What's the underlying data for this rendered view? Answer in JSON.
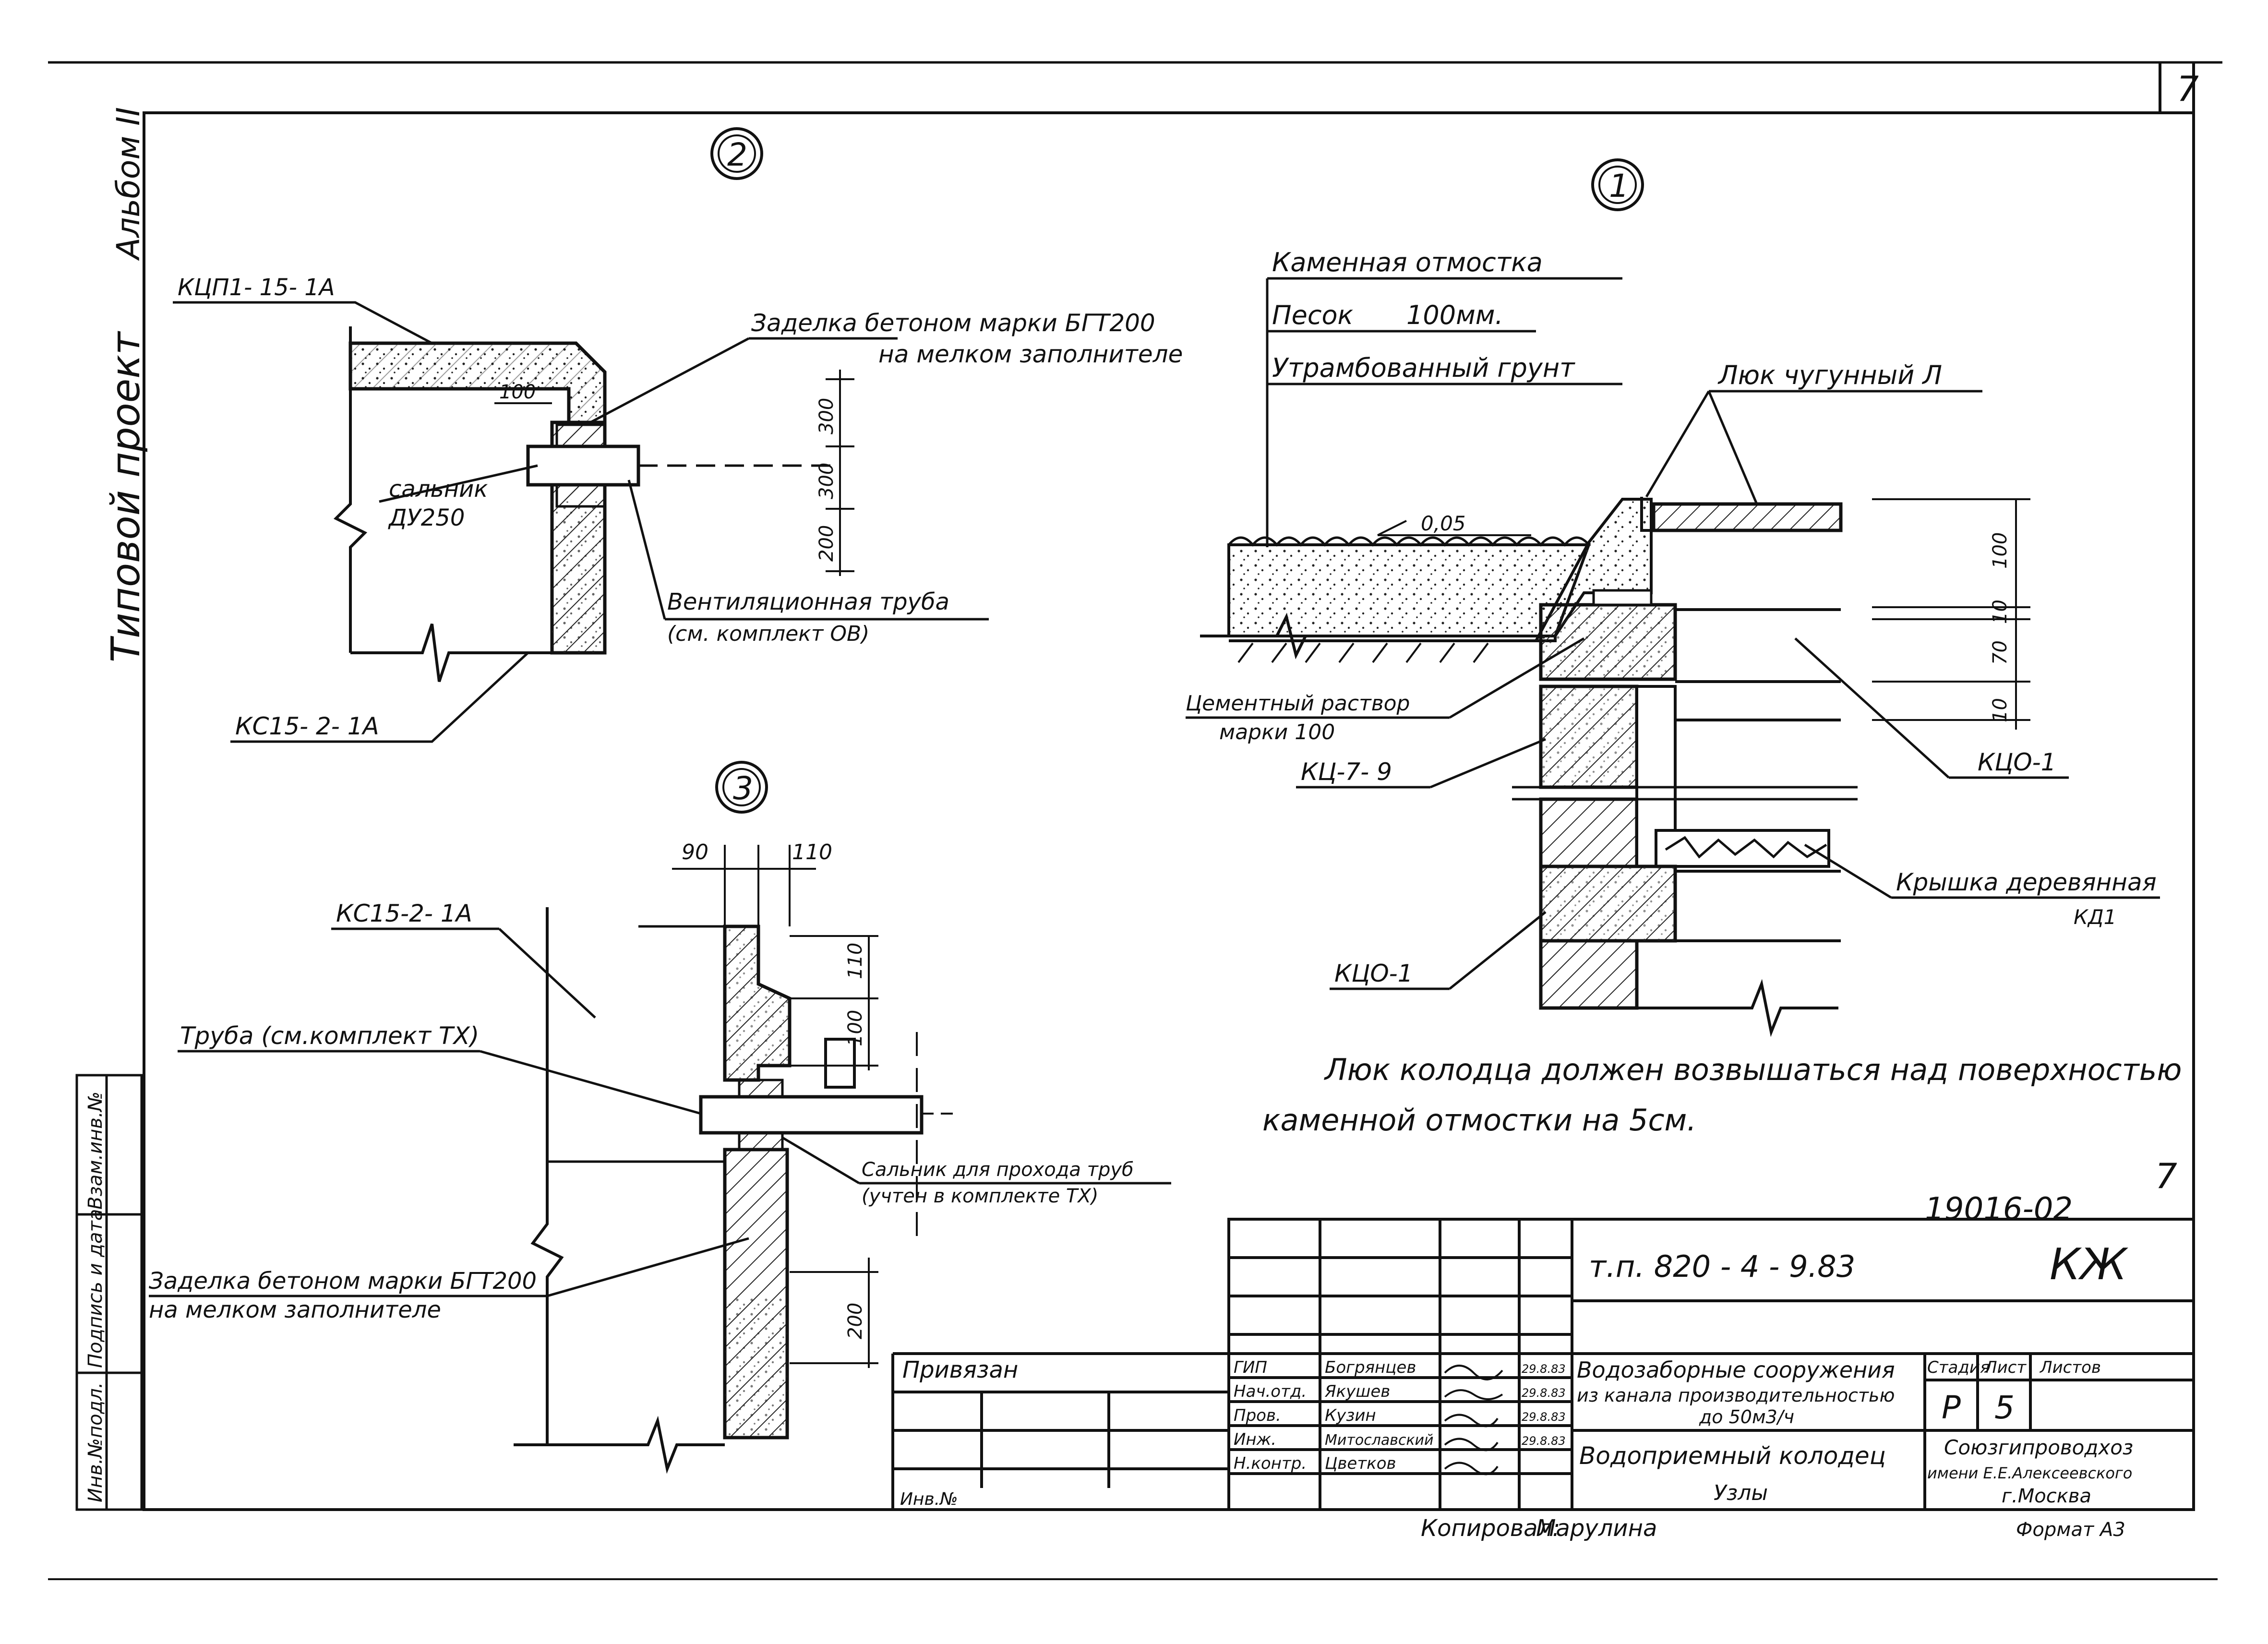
{
  "sheet": {
    "page_number": "7",
    "sheet_mark": "7"
  },
  "side_labels": {
    "album": "Альбом II",
    "project": "Типовой проект"
  },
  "side_stamp": {
    "inv_no_orig": "Инв.№подл.",
    "signature_date": "Подпись и дата",
    "replace_inv": "Взам.инв.№"
  },
  "node2": {
    "number": "2",
    "slab": "КЦП1- 15- 1А",
    "sealing": "Заделка бетоном марки БГТ200",
    "sealing2": "на мелком заполнителе",
    "gland": "сальник",
    "gland_size": "ДУ250",
    "vent_pipe": "Вентиляционная труба",
    "vent_pipe_ref": "(см. комплект ОВ)",
    "ring": "КС15- 2- 1А",
    "dim_100": "100",
    "dim_300": "300",
    "dim_300b": "300",
    "dim_200": "200"
  },
  "node1": {
    "number": "1",
    "layer1": "Каменная отмостка",
    "layer2": "Песок",
    "layer2_thk": "100мм.",
    "layer3": "Утрамбованный грунт",
    "hatch": "Люк чугунный Л",
    "slope": "0,05",
    "mortar": "Цементный раствор",
    "mortar2": "марки 100",
    "ring": "КЦ-7- 9",
    "plate1": "КЦО-1",
    "lid": "Крышка деревянная",
    "lid_mark": "КД1",
    "plate2": "КЦО-1",
    "dim_100": "100",
    "dim_10a": "10",
    "dim_70": "70",
    "dim_10b": "10"
  },
  "node3": {
    "number": "3",
    "ring": "КС15-2- 1А",
    "pipe": "Труба (см.комплект ТХ)",
    "gland": "Сальник для прохода труб",
    "gland2": "(учтен в комплекте ТХ)",
    "sealing": "Заделка бетоном марки БГТ200",
    "sealing2": "на мелком заполнителе",
    "dim_90": "90",
    "dim_110": "110",
    "dim_110v": "110",
    "dim_100": "100",
    "dim_200": "200"
  },
  "note": {
    "line1": "Люк колодца должен возвышаться над поверхностью",
    "line2": "каменной отмостки на 5см."
  },
  "title_block": {
    "doc_no": "19016-02",
    "project_code": "т.п. 820 - 4 - 9.83",
    "mark": "КЖ",
    "attached": "Привязан",
    "inv_no": "Инв.№",
    "roles": [
      "ГИП",
      "Нач.отд.",
      "Пров.",
      "Инж.",
      "Н.контр."
    ],
    "names": [
      "Богрянцев",
      "Якушев",
      "Кузин",
      "Митославский",
      "Цветков"
    ],
    "dates": [
      "29.8.83",
      "29.8.83",
      "29.8.83",
      "29.8.83",
      ""
    ],
    "title1": "Водозаборные сооружения",
    "title2": "из канала производительностью",
    "title3": "до 50м3/ч",
    "title4": "Водоприемный колодец",
    "title5": "Узлы",
    "stage_hdr": "Стадия",
    "sheet_hdr": "Лист",
    "sheets_hdr": "Листов",
    "stage": "Р",
    "sheet": "5",
    "org1": "Союзгипроводхоз",
    "org2": "имени Е.Е.Алексеевского",
    "org3": "г.Москва",
    "copied": "Копировал:",
    "copied_by": "Марулина",
    "format": "Формат А3"
  }
}
